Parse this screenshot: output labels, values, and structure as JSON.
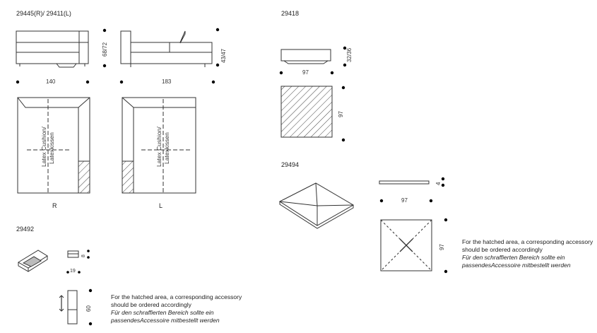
{
  "codes": {
    "sofa_pair": "29445(R)/ 29411(L)",
    "square_block": "29418",
    "pyramid": "29494",
    "small_block": "29492"
  },
  "dimensions": {
    "sofa_right_width": "140",
    "sofa_left_width": "183",
    "sofa_right_height": "68/72",
    "sofa_left_height": "43/47",
    "square_width": "97",
    "square_height": "32/36",
    "square_depth": "97",
    "pyramid_width": "97",
    "pyramid_depth": "97",
    "pyramid_height": "4",
    "small_block_height": "8",
    "small_block_width": "19",
    "small_block_length": "60"
  },
  "labels": {
    "cushion_right": "Latex Cushion/",
    "kissen_right": "Latexkissen",
    "cushion_left": "Latex Cushion/",
    "kissen_left": "Latexkissen",
    "side_right": "R",
    "side_left": "L"
  },
  "notes": {
    "en": "For the hatched area, a corresponding accessory should be ordered accordingly",
    "de": "Für den schraffierten Bereich sollte ein passendesAccessoire mitbestellt werden"
  },
  "colors": {
    "line": "#333333",
    "dot": "#000000"
  }
}
